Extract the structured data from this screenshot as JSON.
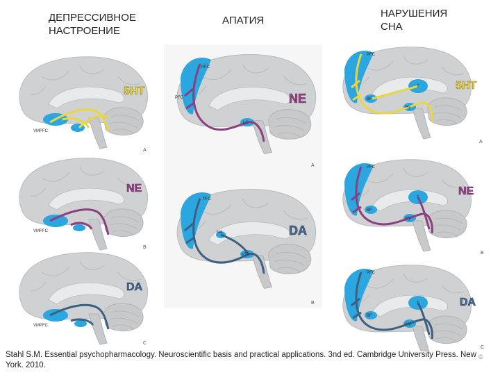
{
  "columns": [
    {
      "title": "ДЕПРЕССИВНОЕ\nНАСТРОЕНИЕ"
    },
    {
      "title": "АПАТИЯ"
    },
    {
      "title": "НАРУШЕНИЯ\nСНА"
    }
  ],
  "panels": {
    "left_top": {
      "nt": "5HT",
      "letter": "A",
      "labels": [
        "VMPFC"
      ]
    },
    "left_mid": {
      "nt": "NE",
      "letter": "B",
      "labels": [
        "VMPFC"
      ]
    },
    "left_bot": {
      "nt": "DA",
      "letter": "C",
      "labels": [
        "VMPFC"
      ]
    },
    "center_top": {
      "nt": "NE",
      "letter": "A",
      "labels": [
        "PFC",
        "PFC",
        "LC"
      ]
    },
    "center_bot": {
      "nt": "DA",
      "letter": "B",
      "labels": [
        "PFC",
        "NA",
        "VTA"
      ]
    },
    "right_top": {
      "nt": "5HT",
      "letter": "A",
      "labels": [
        "PFC",
        "T",
        "BF",
        "Hy"
      ]
    },
    "right_mid": {
      "nt": "NE",
      "letter": "B",
      "labels": [
        "PFC",
        "T",
        "BF",
        "Hy"
      ]
    },
    "right_bot": {
      "nt": "DA",
      "letter": "C",
      "labels": [
        "PFC",
        "T",
        "BF",
        "Hy"
      ]
    }
  },
  "colors": {
    "5HT": "#e8d740",
    "NE": "#8a3f7e",
    "DA": "#3d5f80",
    "brain": "#cfd1d3",
    "highlight": "#2ba6df"
  },
  "citation": "Stahl S.M. Essential psychopharmacology. Neuroscientific basis and practical applications. 3nd ed. Cambridge University Press. New York. 2010.",
  "copyright": "©"
}
